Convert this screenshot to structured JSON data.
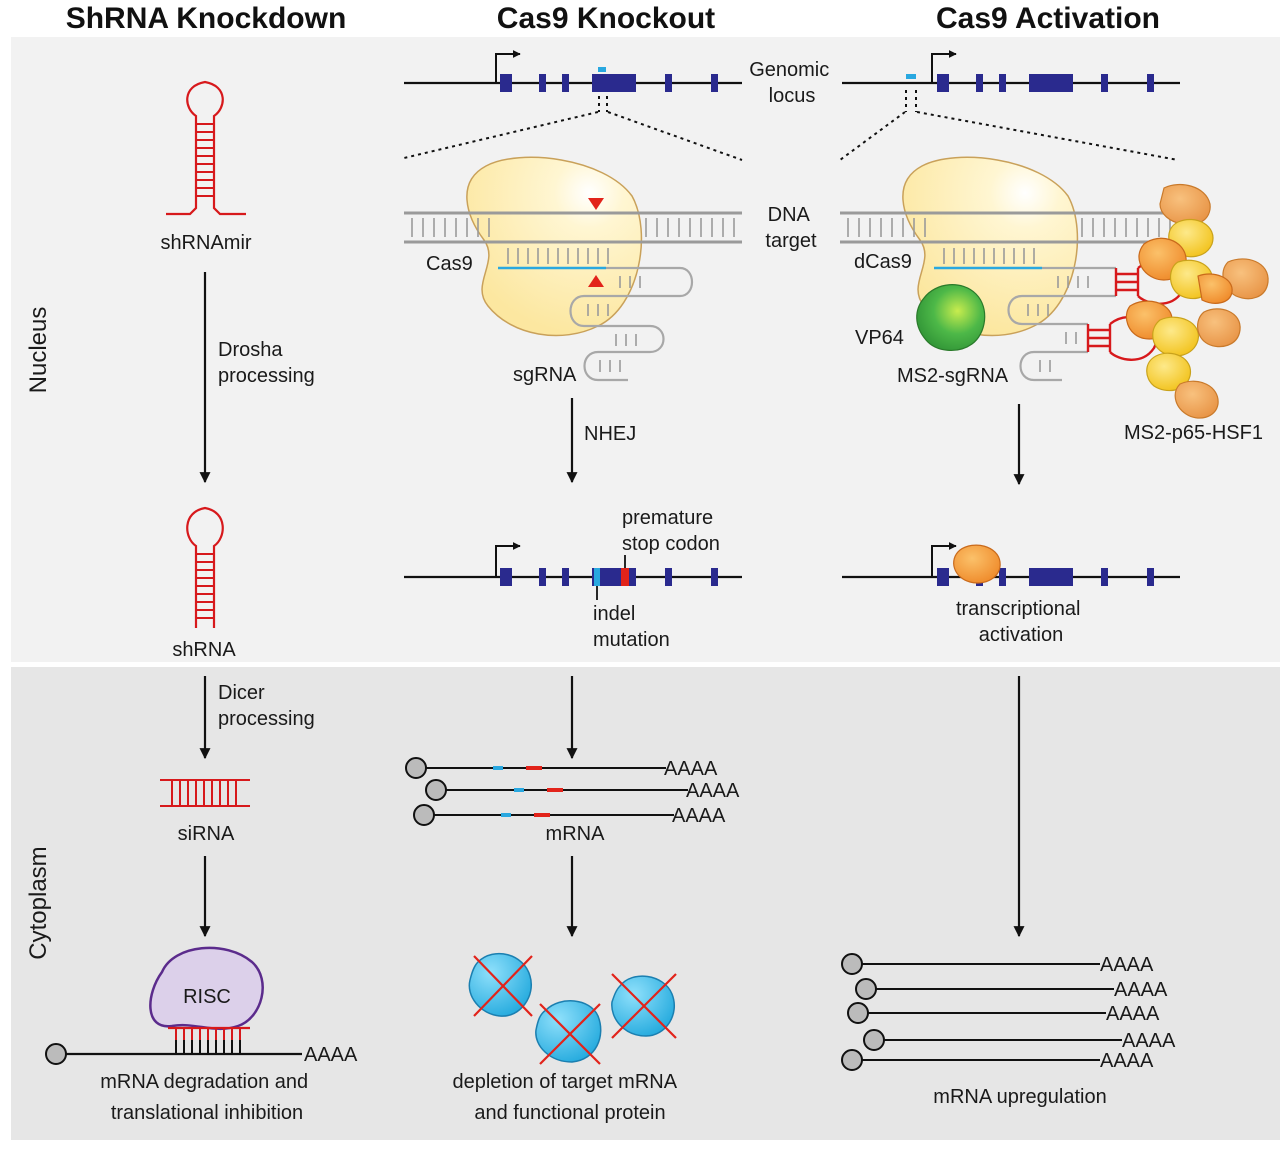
{
  "headers": {
    "shrna": "ShRNA Knockdown",
    "knockout": "Cas9 Knockout",
    "activation": "Cas9 Activation"
  },
  "regions": {
    "nucleus": "Nucleus",
    "cytoplasm": "Cytoplasm"
  },
  "shrna": {
    "hairpin1_label": "shRNAmir",
    "step1": [
      "Drosha",
      "processing"
    ],
    "hairpin2_label": "shRNA",
    "step2": [
      "Dicer",
      "processing"
    ],
    "sirna_label": "siRNA",
    "risc_label": "RISC",
    "polya": "AAAA",
    "result": [
      "mRNA degradation and",
      "translational inhibition"
    ]
  },
  "knockout": {
    "genomic_locus": [
      "Genomic",
      "locus"
    ],
    "dna_target": [
      "DNA",
      "target"
    ],
    "cas9_label": "Cas9",
    "sgrna_label": "sgRNA",
    "nhej": "NHEJ",
    "premature": [
      "premature",
      "stop codon"
    ],
    "indel": [
      "indel",
      "mutation"
    ],
    "polya": "AAAA",
    "mrna_label": "mRNA",
    "result": [
      "depletion of target mRNA",
      "and functional protein"
    ]
  },
  "activation": {
    "dcas9_label": "dCas9",
    "vp64_label": "VP64",
    "ms2_sgrna_label": "MS2-sgRNA",
    "ms2_effector_label": "MS2-p65-HSF1",
    "transcriptional": [
      "transcriptional",
      "activation"
    ],
    "polya": "AAAA",
    "result": "mRNA upregulation"
  },
  "colors": {
    "nucleus_bg": "#f2f2f2",
    "cytoplasm_bg": "#e5e5e5",
    "rna_red": "#d7191c",
    "exon_blue": "#2a2a8e",
    "guide_cyan": "#29a8e0",
    "cas9_yellow": "#fdeeb0",
    "vp64_green": "#3aa53a",
    "risc_purple": "#dcd0ea",
    "protein_cyan": "#35b8e8",
    "effector_orange": "#f3a24a",
    "effector_yellow": "#f7d23b"
  }
}
